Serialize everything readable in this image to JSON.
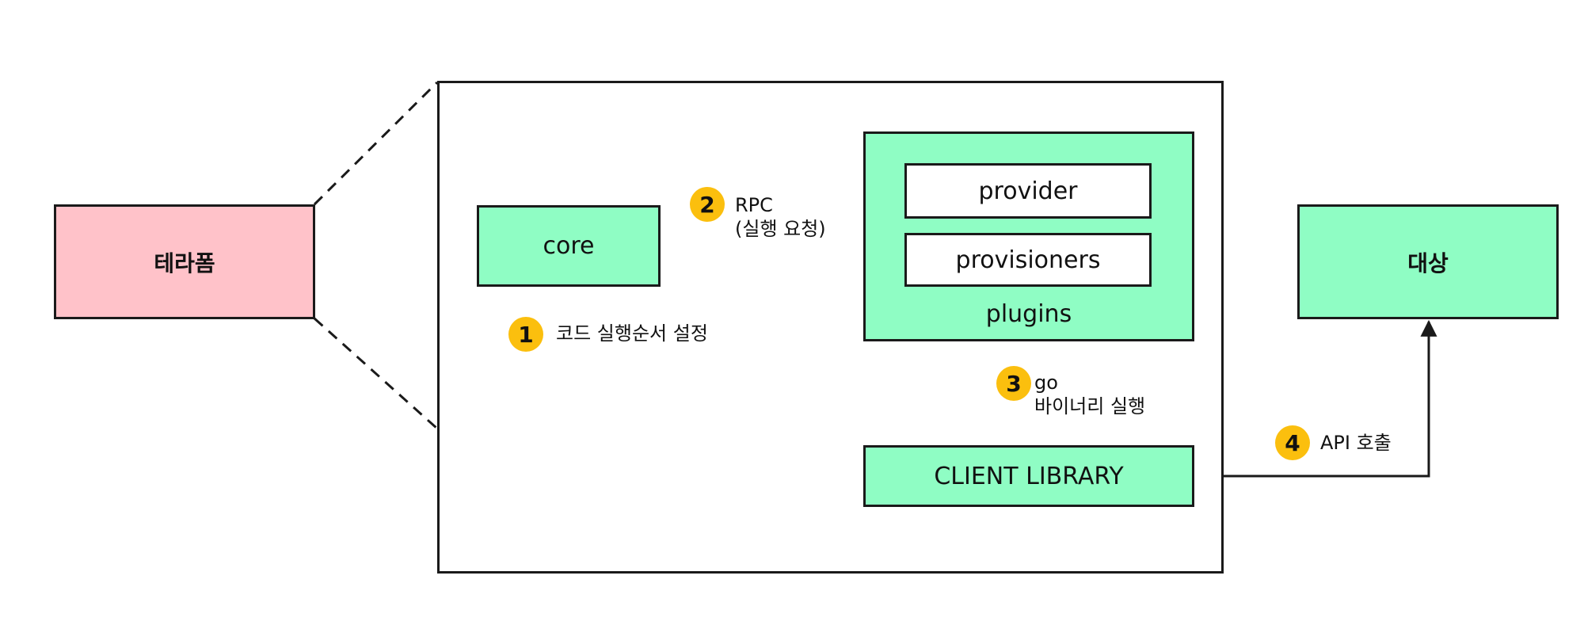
{
  "nodes": {
    "terraform": "테라폼",
    "core": "core",
    "provider": "provider",
    "provisioners": "provisioners",
    "plugins": "plugins",
    "client_library": "CLIENT LIBRARY",
    "target": "대상"
  },
  "steps": [
    {
      "number": "1",
      "lines": [
        "코드 실행순서 설정"
      ]
    },
    {
      "number": "2",
      "lines": [
        "RPC",
        "(실행 요청)"
      ]
    },
    {
      "number": "3",
      "lines": [
        "go",
        "바이너리 실행"
      ]
    },
    {
      "number": "4",
      "lines": [
        "API 호출"
      ]
    }
  ],
  "colors": {
    "component_fill": "#8ffdc4",
    "terraform_fill": "#ffc2c9",
    "badge_fill": "#fbbf0e",
    "stroke": "#1a1a1a"
  }
}
